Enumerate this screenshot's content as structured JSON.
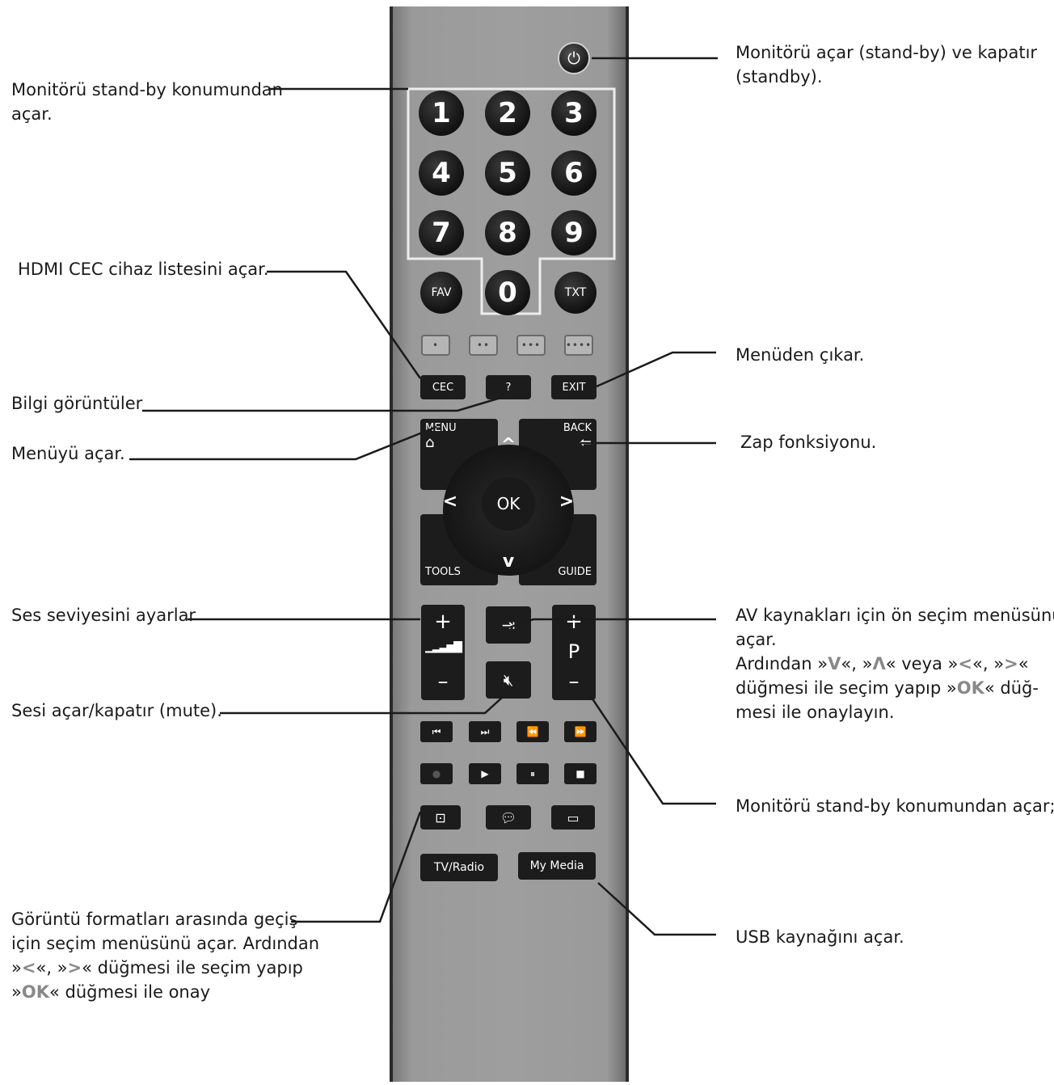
{
  "remote": {
    "power_icon": "power-icon",
    "numbers": [
      "1",
      "2",
      "3",
      "4",
      "5",
      "6",
      "7",
      "8",
      "9",
      "0"
    ],
    "fav": "FAV",
    "txt": "TXT",
    "color_buttons": [
      "•",
      "••",
      "•••",
      "••••"
    ],
    "cec": "CEC",
    "info": "?",
    "exit": "EXIT",
    "menu": "MENU",
    "back": "BACK",
    "tools": "TOOLS",
    "guide": "GUIDE",
    "ok": "OK",
    "arrows": {
      "up": "^",
      "down": "v",
      "left": "<",
      "right": ">"
    },
    "volume": {
      "plus": "+",
      "minus": "–"
    },
    "program": {
      "plus": "+",
      "label": "P",
      "minus": "–"
    },
    "playback_row1": [
      "⏮",
      "⏭",
      "⏪",
      "⏩"
    ],
    "playback_row2": [
      "●",
      "▶",
      "⏸",
      "■"
    ],
    "tv_radio": "TV/Radio",
    "my_media": "My Media"
  },
  "annotations": {
    "power": [
      "Monitörü açar (stand-by) ve kapatır",
      "(standby)."
    ],
    "numbers": [
      "Monitörü stand-by konumundan",
      "açar."
    ],
    "cec": "HDMI CEC cihaz listesini açar.",
    "exit": "Menüden çıkar.",
    "info": "Bilgi görüntüler",
    "menu": "Menüyü açar.",
    "back": "Zap fonksiyonu.",
    "volume": "Ses seviyesini ayarlar",
    "av": {
      "line1": "AV kaynakları için ön seçim menüsünü",
      "line2": "açar.",
      "line3_pre": "Ardından »",
      "line3_sym1": "V",
      "line3_mid1": "«, »",
      "line3_sym2": "Λ",
      "line3_mid2": "« veya »",
      "line3_sym3": "<",
      "line3_mid3": "«, »",
      "line3_sym4": ">",
      "line3_post": "«",
      "line4_pre": "düğmesi ile seçim yapıp »",
      "line4_sym": "OK",
      "line4_post": "« düğ-",
      "line5": "mesi ile onaylayın."
    },
    "mute": "Sesi açar/kapatır (mute).",
    "program": "Monitörü stand-by konumundan açar;",
    "usb": "USB kaynağını açar.",
    "format": {
      "line1": "Görüntü formatları arasında geçiş",
      "line2": "için seçim menüsünü açar. Ardından",
      "line3_pre": "»",
      "line3_sym1": "<",
      "line3_mid": "«, »",
      "line3_sym2": ">",
      "line3_post": "« düğmesi ile seçim yapıp",
      "line4_pre": "»",
      "line4_sym": "OK",
      "line4_post": "« düğmesi ile onay"
    }
  }
}
